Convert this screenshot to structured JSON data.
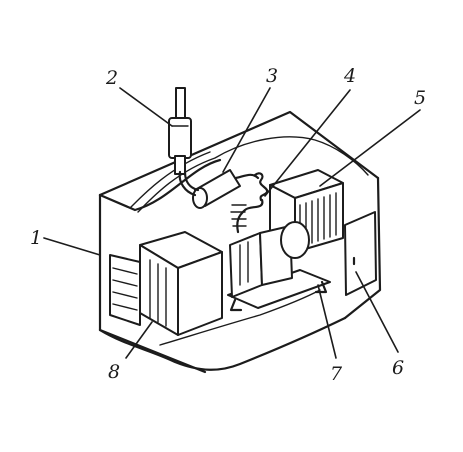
{
  "diagram": {
    "callouts": [
      {
        "id": "1",
        "label": "1"
      },
      {
        "id": "2",
        "label": "2"
      },
      {
        "id": "3",
        "label": "3"
      },
      {
        "id": "4",
        "label": "4"
      },
      {
        "id": "5",
        "label": "5"
      },
      {
        "id": "6",
        "label": "6"
      },
      {
        "id": "7",
        "label": "7"
      },
      {
        "id": "8",
        "label": "8"
      }
    ],
    "colors": {
      "ink": "#1c1c1c",
      "paper": "#ffffff"
    }
  }
}
